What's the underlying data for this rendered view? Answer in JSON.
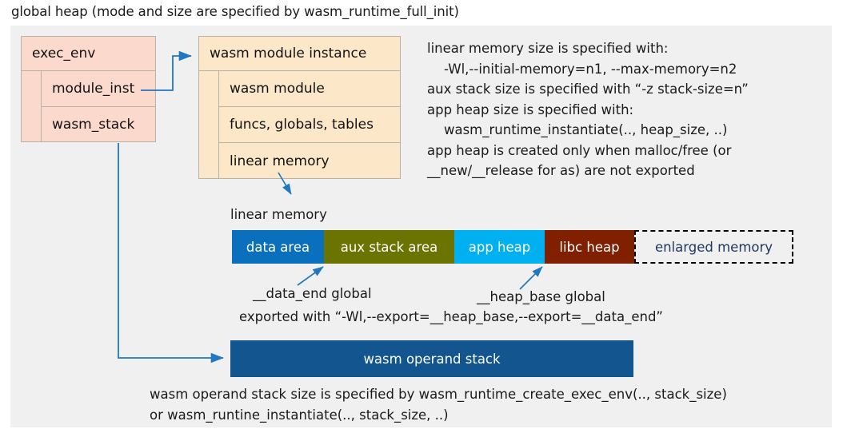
{
  "title": "global heap (mode and size are specified by wasm_runtime_full_init)",
  "panel": {
    "background": "#f0f0f0"
  },
  "exec_env_box": {
    "header": "exec_env",
    "background": "#fbd9cd",
    "rows": [
      "module_inst",
      "wasm_stack"
    ]
  },
  "module_instance_box": {
    "header": "wasm module instance",
    "background": "#fce8c8",
    "rows": [
      "wasm module",
      "funcs, globals, tables",
      "linear memory"
    ]
  },
  "info_text": "linear memory size is specified with:\n    -Wl,--initial-memory=n1, --max-memory=n2\naux stack size is specified with “-z stack-size=n”\napp heap size is specified with:\n    wasm_runtime_instantiate(.., heap_size, ..)\napp heap is created only when malloc/free (or\n__new/__release for as) are not exported",
  "linear_memory": {
    "caption": "linear memory",
    "segments": [
      {
        "label": "data area",
        "color": "#0a70be",
        "text_color": "#ffffff",
        "width": 115,
        "dashed": false
      },
      {
        "label": "aux stack area",
        "color": "#6b7301",
        "text_color": "#ffffff",
        "width": 163,
        "dashed": false
      },
      {
        "label": "app heap",
        "color": "#00b0f0",
        "text_color": "#ffffff",
        "width": 113,
        "dashed": false
      },
      {
        "label": "libc heap",
        "color": "#802000",
        "text_color": "#ffffff",
        "width": 112,
        "dashed": false
      },
      {
        "label": "enlarged memory",
        "color": "#f0f0f0",
        "text_color": "#1f3864",
        "width": 199,
        "dashed": true
      }
    ]
  },
  "annotations": {
    "data_end": "__data_end global",
    "heap_base": "__heap_base global",
    "exported": "exported with “-Wl,--export=__heap_base,--export=__data_end”"
  },
  "operand_stack": {
    "label": "wasm operand stack",
    "color": "#12558f"
  },
  "bottom_text": "wasm operand stack size is specified by wasm_runtime_create_exec_env(.., stack_size)\nor wasm_runtine_instantiate(.., stack_size, ..)",
  "connector_color": "#1f78c1"
}
